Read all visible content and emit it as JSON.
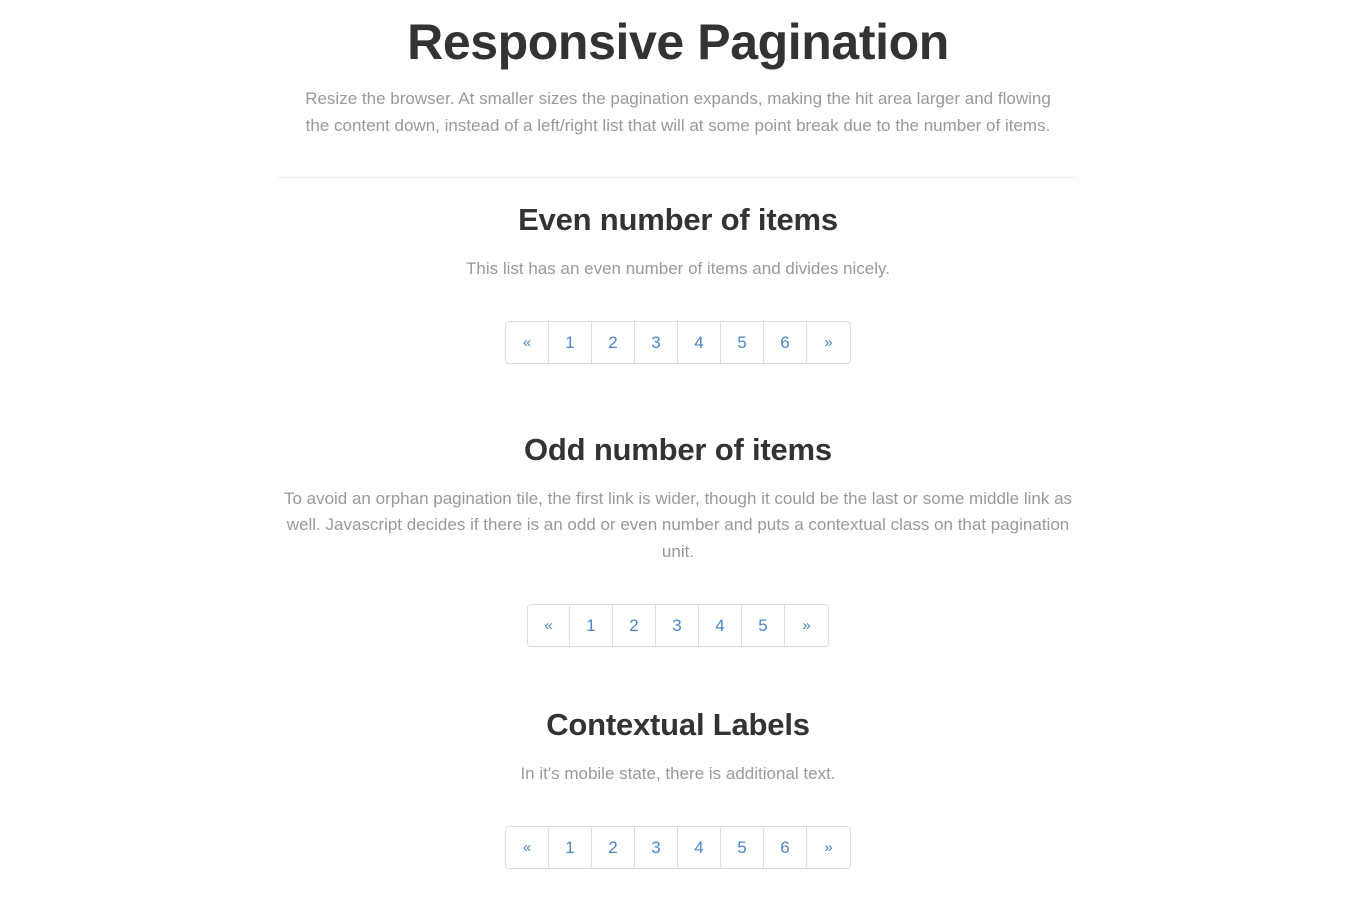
{
  "header": {
    "title": "Responsive Pagination",
    "lead": "Resize the browser. At smaller sizes the pagination expands, making the hit area larger and flowing the content down, instead of a left/right list that will at some point break due to the number of items."
  },
  "sections": [
    {
      "id": "even",
      "title": "Even number of items",
      "description": "This list has an even number of items and divides nicely.",
      "pagination": {
        "variant": "even",
        "prev_label": "«",
        "next_label": "»",
        "pages": [
          "1",
          "2",
          "3",
          "4",
          "5",
          "6"
        ]
      }
    },
    {
      "id": "odd",
      "title": "Odd number of items",
      "description": "To avoid an orphan pagination tile, the first link is wider, though it could be the last or some middle link as well. Javascript decides if there is an odd or even number and puts a contextual class on that pagination unit.",
      "pagination": {
        "variant": "odd",
        "prev_label": "«",
        "next_label": "»",
        "pages": [
          "1",
          "2",
          "3",
          "4",
          "5"
        ]
      }
    },
    {
      "id": "contextual",
      "title": "Contextual Labels",
      "description": "In it's mobile state, there is additional text.",
      "pagination": {
        "variant": "even",
        "prev_label": "«",
        "next_label": "»",
        "pages": [
          "1",
          "2",
          "3",
          "4",
          "5",
          "6"
        ]
      }
    }
  ],
  "colors": {
    "link": "#4a86c8",
    "heading": "#333333",
    "muted": "#999999",
    "border": "#dddddd",
    "divider": "#eeeeee",
    "background": "#ffffff"
  }
}
